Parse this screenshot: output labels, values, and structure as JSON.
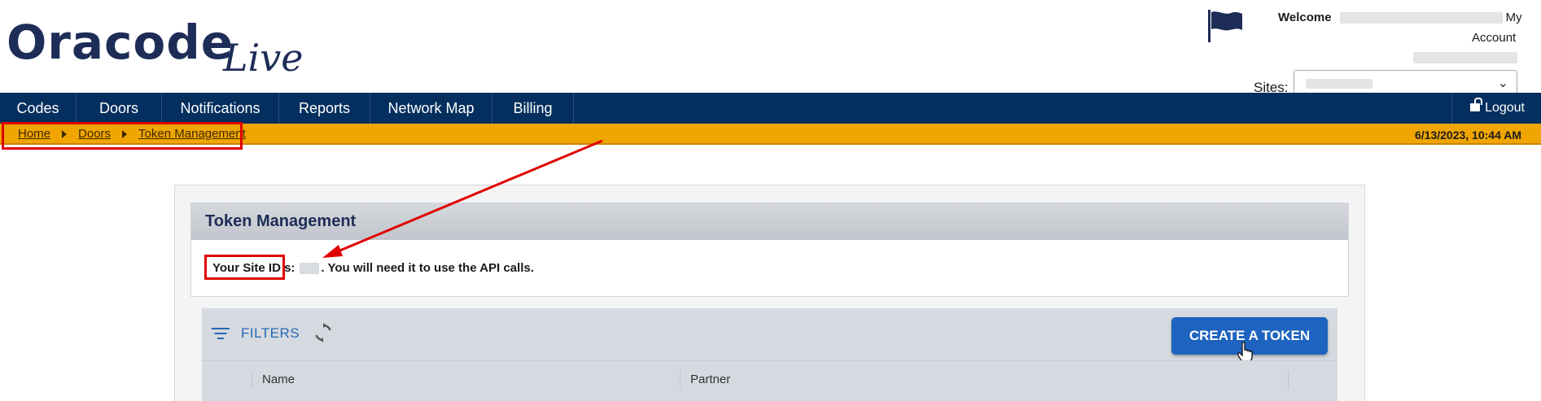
{
  "header": {
    "logo_main": "Oracode",
    "logo_sub": "Live",
    "welcome_label": "Welcome",
    "my_label": "My",
    "account_label": "Account",
    "sites_label": "Sites:"
  },
  "nav": {
    "items": [
      {
        "label": "Codes"
      },
      {
        "label": "Doors"
      },
      {
        "label": "Notifications"
      },
      {
        "label": "Reports"
      },
      {
        "label": "Network Map"
      },
      {
        "label": "Billing"
      }
    ],
    "logout_label": "Logout"
  },
  "breadcrumb": {
    "items": [
      "Home",
      "Doors",
      "Token Management"
    ],
    "datetime": "6/13/2023, 10:44 AM"
  },
  "panel": {
    "title": "Token Management",
    "site_id_label": "Your Site ID",
    "message_mid": "s:",
    "message_tail": ". You will need it to use the API calls."
  },
  "tokens": {
    "filters_label": "FILTERS",
    "create_button": "CREATE A TOKEN",
    "columns": [
      "Name",
      "Partner"
    ]
  },
  "colors": {
    "navbar": "#042f5e",
    "breadcrumb_bar": "#f0a500",
    "accent_blue": "#1d63bf",
    "annotation_red": "#e00000"
  },
  "icons": {
    "flag": "flag-icon",
    "logout": "lock-open-icon",
    "filters": "filter-list-icon",
    "refresh": "refresh-icon",
    "cursor": "hand-pointer-icon"
  }
}
